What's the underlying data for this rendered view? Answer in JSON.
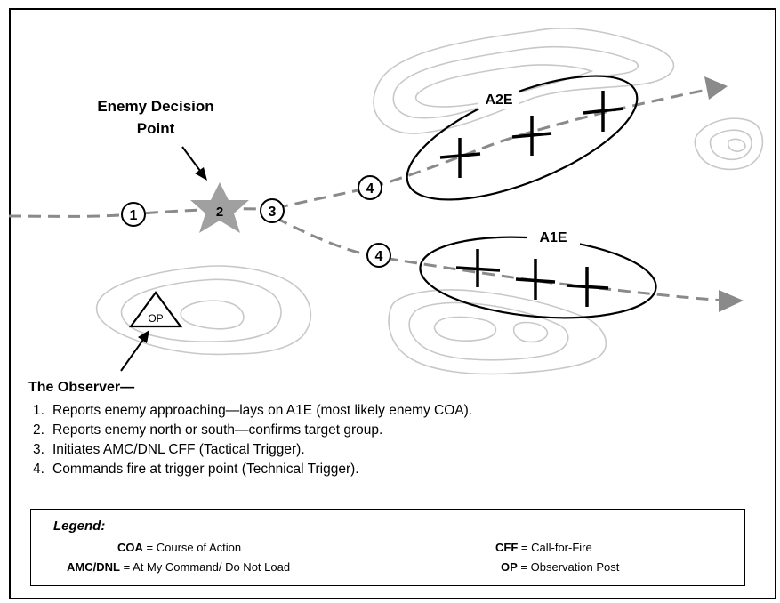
{
  "diagram": {
    "labels": {
      "decision_point_line1": "Enemy Decision",
      "decision_point_line2": "Point",
      "star_number": "2",
      "area_a2e": "A2E",
      "area_a1e": "A1E",
      "op_symbol": "OP"
    },
    "markers": [
      "1",
      "3",
      "4",
      "4"
    ]
  },
  "observer": {
    "title": "The Observer—",
    "steps": [
      {
        "num": "1.",
        "text": "Reports enemy approaching—lays on A1E (most likely enemy COA)."
      },
      {
        "num": "2.",
        "text": "Reports enemy north or south—confirms target group."
      },
      {
        "num": "3.",
        "text": "Initiates AMC/DNL CFF (Tactical Trigger)."
      },
      {
        "num": "4.",
        "text": "Commands fire at trigger point (Technical Trigger)."
      }
    ]
  },
  "legend": {
    "title": "Legend:",
    "entries": [
      {
        "term": "COA",
        "definition": "= Course of Action"
      },
      {
        "term": "AMC/DNL",
        "definition": "= At My Command/ Do Not Load"
      },
      {
        "term": "CFF",
        "definition": "= Call-for-Fire"
      },
      {
        "term": "OP",
        "definition": "= Observation Post"
      }
    ]
  },
  "colors": {
    "route": "#8a8a8a",
    "terrain": "#c8c8c8",
    "star": "#a0a0a0",
    "ink": "#000000"
  }
}
